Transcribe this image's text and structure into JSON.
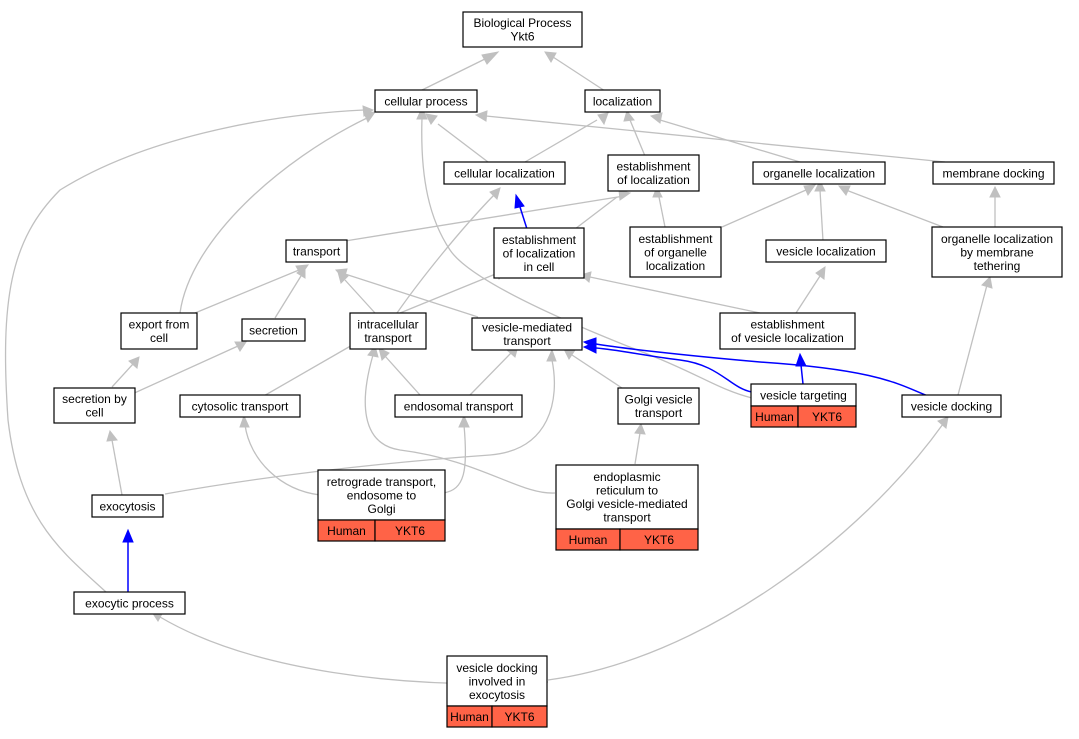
{
  "colors": {
    "edge_gray": "#c0c0c0",
    "edge_blue": "#0000ff",
    "annotation_fill": "#ff6347",
    "node_border": "#000000"
  },
  "nodes": {
    "bp_ykt6": [
      "Biological Process",
      "Ykt6"
    ],
    "cellular_process": [
      "cellular process"
    ],
    "localization": [
      "localization"
    ],
    "cellular_localization": [
      "cellular localization"
    ],
    "establishment_of_localization": [
      "establishment",
      "of localization"
    ],
    "organelle_localization": [
      "organelle localization"
    ],
    "membrane_docking": [
      "membrane docking"
    ],
    "transport": [
      "transport"
    ],
    "establishment_of_localization_in_cell": [
      "establishment",
      "of localization",
      "in cell"
    ],
    "establishment_of_organelle_localization": [
      "establishment",
      "of organelle",
      "localization"
    ],
    "vesicle_localization": [
      "vesicle localization"
    ],
    "organelle_localization_by_membrane_tethering": [
      "organelle localization",
      "by membrane",
      "tethering"
    ],
    "export_from_cell": [
      "export from",
      "cell"
    ],
    "secretion": [
      "secretion"
    ],
    "intracellular_transport": [
      "intracellular",
      "transport"
    ],
    "vesicle_mediated_transport": [
      "vesicle-mediated",
      "transport"
    ],
    "establishment_of_vesicle_localization": [
      "establishment",
      "of vesicle localization"
    ],
    "secretion_by_cell": [
      "secretion by",
      "cell"
    ],
    "cytosolic_transport": [
      "cytosolic transport"
    ],
    "endosomal_transport": [
      "endosomal transport"
    ],
    "golgi_vesicle_transport": [
      "Golgi vesicle",
      "transport"
    ],
    "vesicle_targeting": [
      "vesicle targeting"
    ],
    "vesicle_docking": [
      "vesicle docking"
    ],
    "retrograde_transport": [
      "retrograde transport,",
      "endosome to",
      "Golgi"
    ],
    "er_to_golgi": [
      "endoplasmic",
      "reticulum to",
      "Golgi vesicle-mediated",
      "transport"
    ],
    "exocytosis": [
      "exocytosis"
    ],
    "exocytic_process": [
      "exocytic process"
    ],
    "vesicle_docking_exocytosis": [
      "vesicle docking",
      "involved in",
      "exocytosis"
    ]
  },
  "annotations": {
    "vesicle_targeting": [
      "Human",
      "YKT6"
    ],
    "retrograde_transport": [
      "Human",
      "YKT6"
    ],
    "er_to_golgi": [
      "Human",
      "YKT6"
    ],
    "vesicle_docking_exocytosis": [
      "Human",
      "YKT6"
    ]
  }
}
